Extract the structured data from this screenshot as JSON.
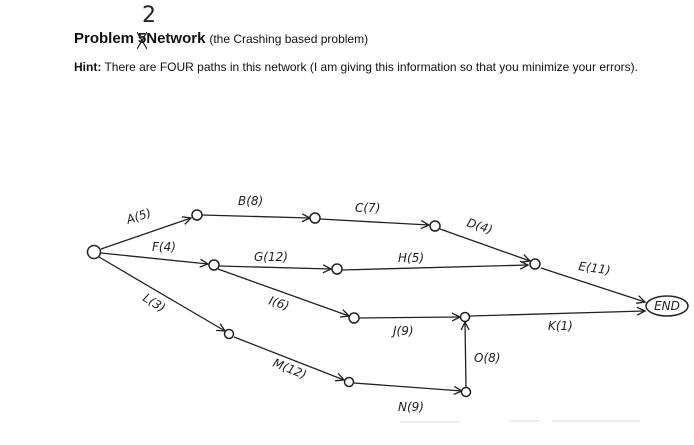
{
  "header": {
    "handwritten_correction": "2",
    "title_prefix": "Problem",
    "struck_number": "5",
    "title_main": "Network",
    "title_paren": "(the Crashing based problem)"
  },
  "hint": {
    "label": "Hint:",
    "text": "There are FOUR paths in this network (I am giving this information so that you minimize your errors)."
  },
  "network": {
    "end_label": "END",
    "activities": [
      {
        "id": "A",
        "duration": 5,
        "label": "A(5)"
      },
      {
        "id": "B",
        "duration": 8,
        "label": "B(8)"
      },
      {
        "id": "C",
        "duration": 7,
        "label": "C(7)"
      },
      {
        "id": "D",
        "duration": 4,
        "label": "D(4)"
      },
      {
        "id": "E",
        "duration": 11,
        "label": "E(11)"
      },
      {
        "id": "F",
        "duration": 4,
        "label": "F(4)"
      },
      {
        "id": "G",
        "duration": 12,
        "label": "G(12)"
      },
      {
        "id": "H",
        "duration": 5,
        "label": "H(5)"
      },
      {
        "id": "I",
        "duration": 6,
        "label": "I(6)"
      },
      {
        "id": "J",
        "duration": 9,
        "label": "J(9)"
      },
      {
        "id": "K",
        "duration": 1,
        "label": "K(1)"
      },
      {
        "id": "L",
        "duration": 3,
        "label": "L(3)"
      },
      {
        "id": "M",
        "duration": 12,
        "label": "M(12)"
      },
      {
        "id": "N",
        "duration": 9,
        "label": "N(9)"
      },
      {
        "id": "O",
        "duration": 8,
        "label": "O(8)"
      }
    ],
    "paths": [
      "A-B-C-D-E",
      "F-G-H-E",
      "F-I-J-K",
      "L-M-N-O-K"
    ]
  }
}
